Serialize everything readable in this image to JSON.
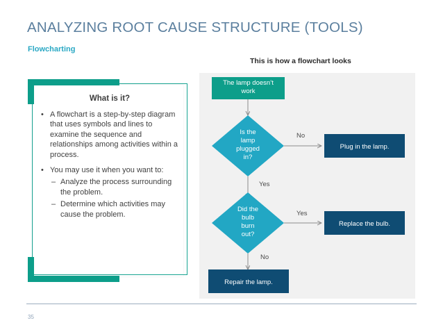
{
  "slide": {
    "title": "ANALYZING ROOT CAUSE STRUCTURE (TOOLS)",
    "subtitle": "Flowcharting",
    "page_number": "35"
  },
  "colors": {
    "title": "#5b7f9e",
    "subtitle": "#2aa8c4",
    "bracket_teal": "#0d9e8a",
    "start_box": "#0d9e8a",
    "decision_diamond": "#22a7c4",
    "action_box": "#0f4c73",
    "panel_bg": "#f1f1f1",
    "connector": "#8a8a8a",
    "body_text": "#3f3f3f"
  },
  "left_panel": {
    "heading": "What is it?",
    "bullets": [
      {
        "text": "A flowchart is a step-by-step diagram that uses symbols and lines to examine the sequence and relationships among activities within a process.",
        "sub": []
      },
      {
        "text": "You may use it when you want to:",
        "sub": [
          "Analyze the process surrounding the problem.",
          "Determine which activities may cause the problem."
        ]
      }
    ],
    "bullet_marker": "•",
    "sub_marker": "–"
  },
  "flowchart": {
    "caption": "This is how a flowchart looks",
    "nodes": [
      {
        "id": "start",
        "type": "terminator",
        "label": "The lamp doesn’t work"
      },
      {
        "id": "d1",
        "type": "decision",
        "label": "Is the lamp plugged in?"
      },
      {
        "id": "a1",
        "type": "action",
        "label": "Plug in the lamp."
      },
      {
        "id": "d2",
        "type": "decision",
        "label": "Did the bulb burn out?"
      },
      {
        "id": "a2",
        "type": "action",
        "label": "Replace the bulb."
      },
      {
        "id": "a3",
        "type": "action",
        "label": "Repair the lamp."
      }
    ],
    "node_lines": {
      "start": [
        "The lamp doesn’t",
        "work"
      ],
      "d1": [
        "Is the",
        "lamp",
        "plugged",
        "in?"
      ],
      "a1": [
        "Plug in the lamp."
      ],
      "d2": [
        "Did the",
        "bulb",
        "burn",
        "out?"
      ],
      "a2": [
        "Replace the bulb."
      ],
      "a3": [
        "Repair the lamp."
      ]
    },
    "edges": [
      {
        "from": "start",
        "to": "d1",
        "label": ""
      },
      {
        "from": "d1",
        "to": "a1",
        "label": "No"
      },
      {
        "from": "d1",
        "to": "d2",
        "label": "Yes"
      },
      {
        "from": "d2",
        "to": "a2",
        "label": "Yes"
      },
      {
        "from": "d2",
        "to": "a3",
        "label": "No"
      }
    ]
  }
}
